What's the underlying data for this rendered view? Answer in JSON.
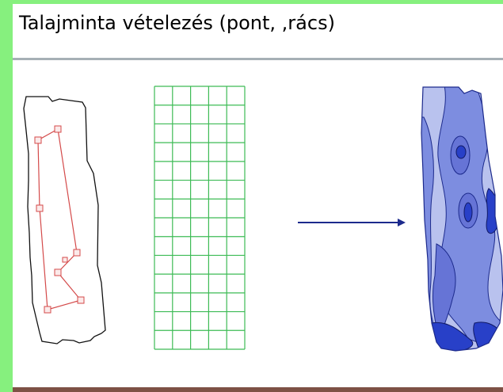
{
  "slide": {
    "title": "Talajminta vételezés (pont, ,rács)"
  },
  "diagram": {
    "panels": [
      {
        "name": "field-outline-with-sampling-points",
        "sample_point_count": 8
      },
      {
        "name": "sampling-grid",
        "columns": 5,
        "rows": 14
      },
      {
        "name": "interpolated-map"
      }
    ],
    "colors": {
      "outline": "#111111",
      "sample_path": "#d44a4a",
      "grid": "#3dbb55",
      "arrow": "#1c2a8c",
      "map_light": "#b9c2ee",
      "map_mid": "#7d8de0",
      "map_dark": "#2840c8",
      "slide_background": "#ffffff",
      "border": "#86f07e",
      "title_rule": "#a6b0b5",
      "bottom_rule": "#7d5145"
    }
  }
}
